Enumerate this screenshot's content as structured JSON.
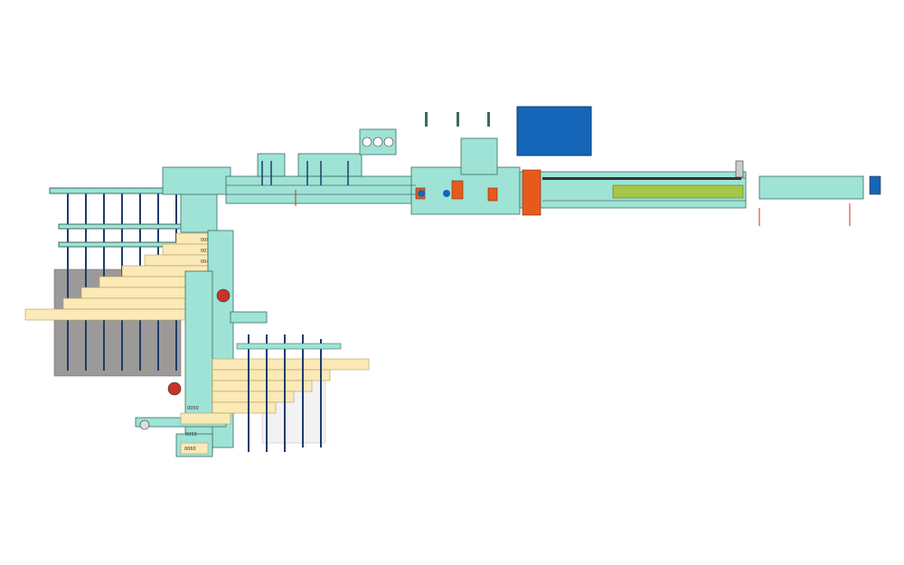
{
  "drawing": {
    "description_visible_text": "",
    "labels": {
      "board_1": "0001",
      "board_2": "0030",
      "board_3": "0044",
      "board_4": "0050",
      "board_5": "0050",
      "board_6": "0060"
    }
  },
  "colors": {
    "frame": "#9ee3d6",
    "frame_stroke": "#3a6b64",
    "board": "#fbe9b8",
    "board_stroke": "#b89c55",
    "pusher": "#1f3d6b",
    "grey_area": "#9c9a99",
    "orange": "#e85a1c",
    "blue_box": "#1565b8",
    "green_bed": "#a6c64a",
    "red": "#c8322a",
    "dark": "#333333"
  }
}
